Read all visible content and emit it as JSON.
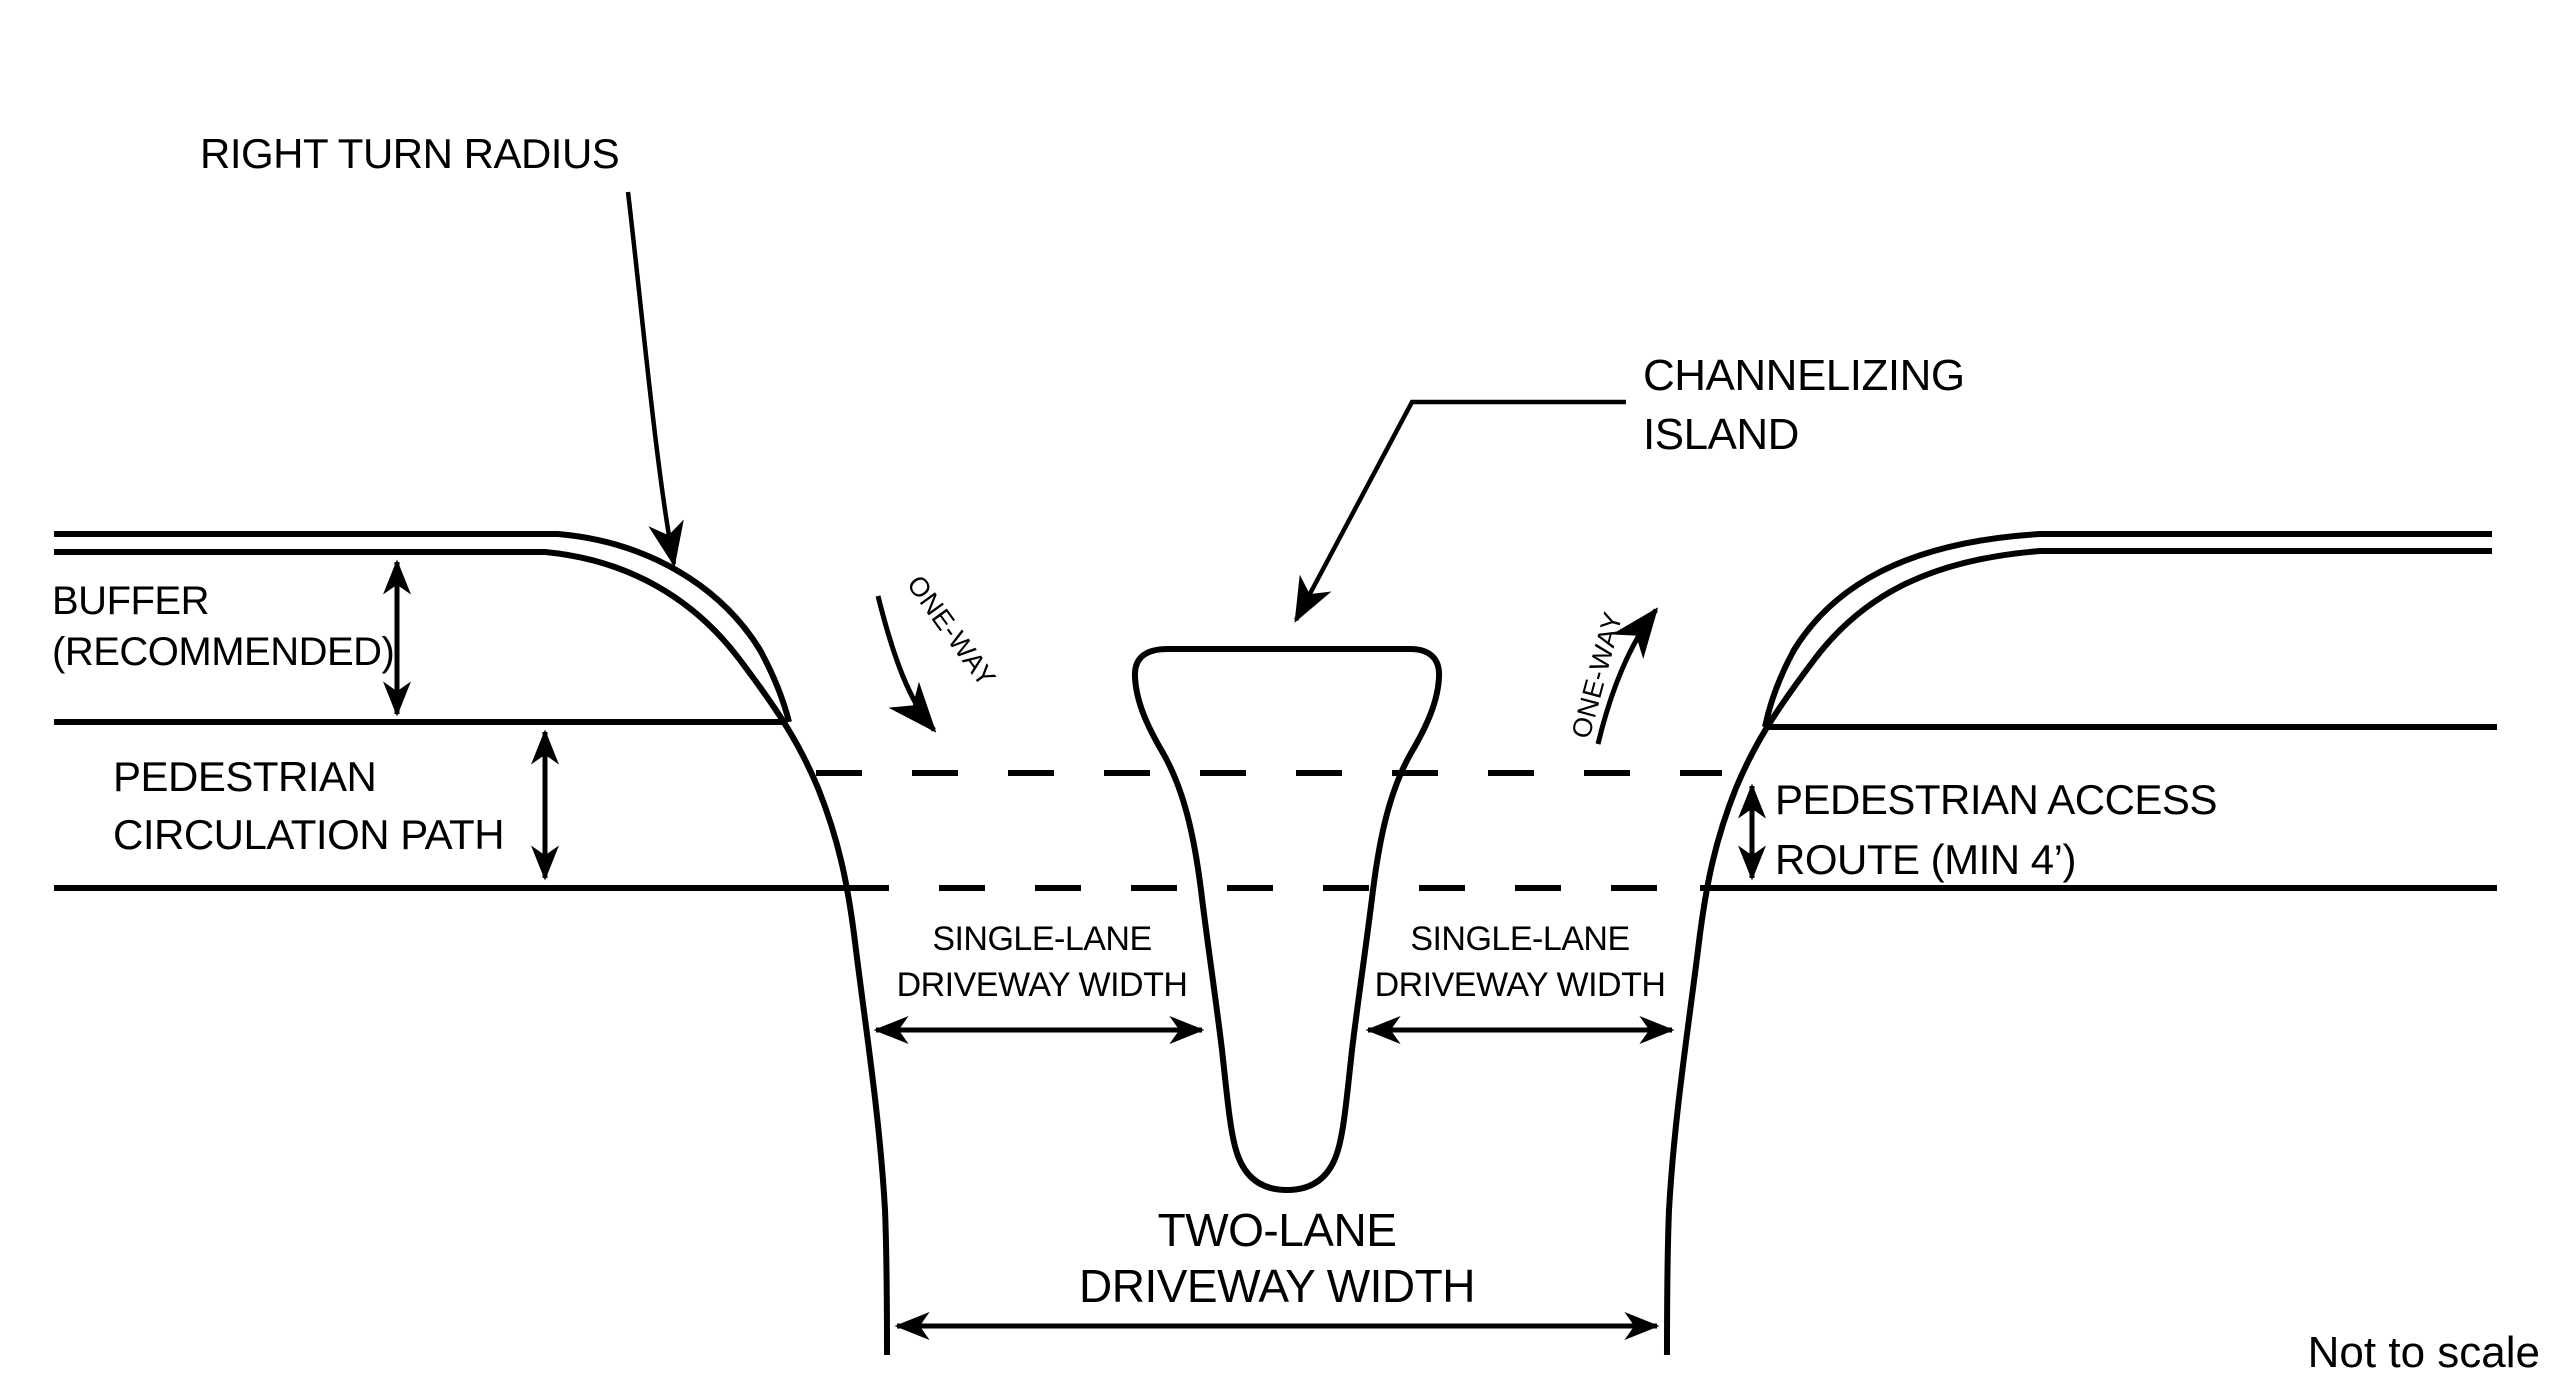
{
  "title": "Driveway channelization diagram",
  "colors": {
    "ink": "#000000",
    "background": "#ffffff"
  },
  "labels": {
    "right_turn_radius": "RIGHT TURN RADIUS",
    "buffer_line1": "BUFFER",
    "buffer_line2": "(RECOMMENDED)",
    "pedestrian_circulation_line1": "PEDESTRIAN",
    "pedestrian_circulation_line2": "CIRCULATION PATH",
    "channelizing_island_line1": "CHANNELIZING",
    "channelizing_island_line2": "ISLAND",
    "pedestrian_access_line1": "PEDESTRIAN ACCESS",
    "pedestrian_access_line2": "ROUTE (MIN 4’)",
    "one_way_left": "ONE-WAY",
    "one_way_right": "ONE-WAY",
    "single_lane_left_line1": "SINGLE-LANE",
    "single_lane_left_line2": "DRIVEWAY WIDTH",
    "single_lane_right_line1": "SINGLE-LANE",
    "single_lane_right_line2": "DRIVEWAY WIDTH",
    "two_lane_line1": "TWO-LANE",
    "two_lane_line2": "DRIVEWAY WIDTH",
    "not_to_scale": "Not to scale"
  }
}
